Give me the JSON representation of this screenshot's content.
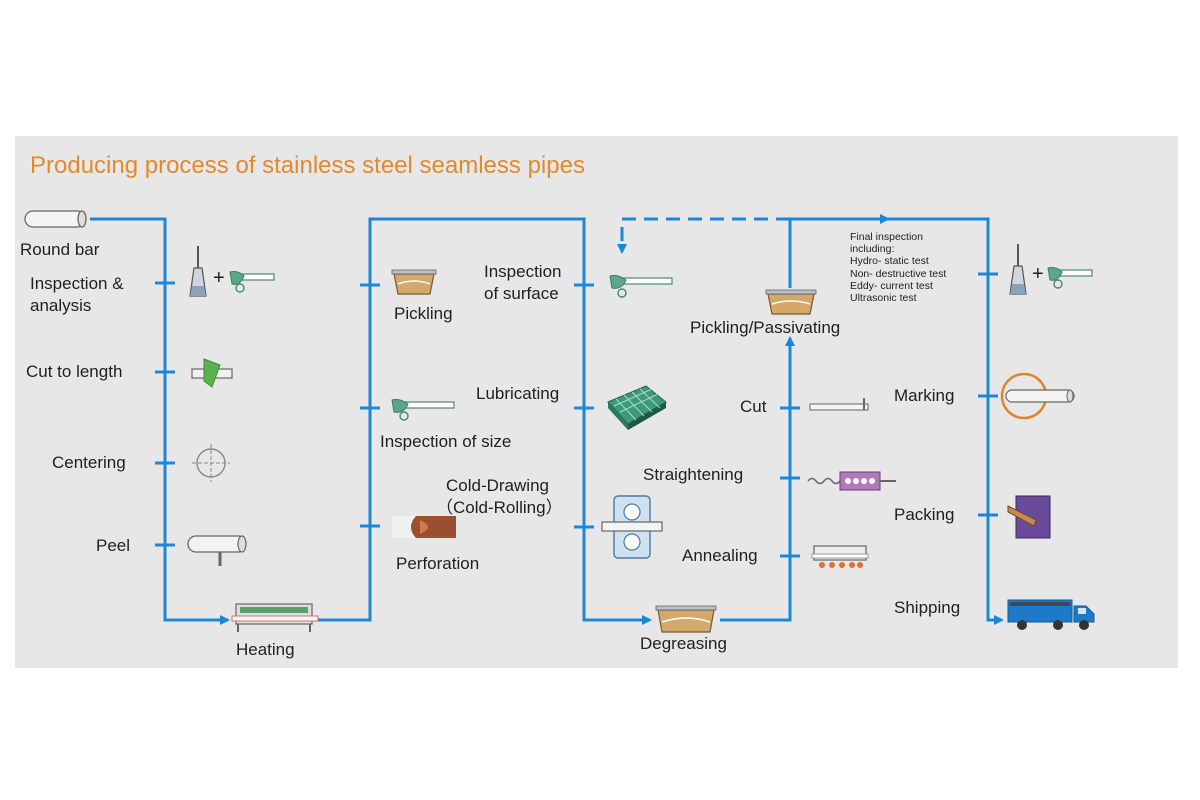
{
  "diagram": {
    "title": "Producing process of stainless steel seamless pipes",
    "title_color": "#e08a2e",
    "line_color": "#1b87d8",
    "steps": {
      "round_bar": "Round bar",
      "inspection_analysis": [
        "Inspection &",
        "analysis"
      ],
      "cut_to_length": "Cut  to length",
      "centering": "Centering",
      "peel": "Peel",
      "heating": "Heating",
      "pickling": "Pickling",
      "inspection_of_size": "Inspection  of size",
      "perforation": "Perforation",
      "inspection_of_surface": [
        "Inspection",
        "of surface"
      ],
      "lubricating": "Lubricating",
      "cold_drawing": [
        "Cold-Drawing",
        "（Cold-Rolling）"
      ],
      "degreasing": "Degreasing",
      "cut": "Cut",
      "straightening": "Straightening",
      "annealing": "Annealing",
      "pickling_passivating": "Pickling/Passivating",
      "final_inspection": [
        "Final inspection",
        "including:",
        "Hydro- static test",
        "Non- destructive test",
        "Eddy- current test",
        "Ultrasonic test"
      ],
      "marking": "Marking",
      "packing": "Packing",
      "shipping": "Shipping"
    },
    "plus_sign": "+",
    "icons": [
      "pipe-icon",
      "flask-icon",
      "caliper-icon",
      "saw-icon",
      "crosshair-icon",
      "roller-icon",
      "furnace-icon",
      "tank-icon",
      "piercing-icon",
      "grid-die-icon",
      "drawing-die-icon",
      "cut-pipe-icon",
      "straightener-icon",
      "annealing-furnace-icon",
      "ring-marker-icon",
      "box-icon",
      "truck-icon"
    ]
  }
}
